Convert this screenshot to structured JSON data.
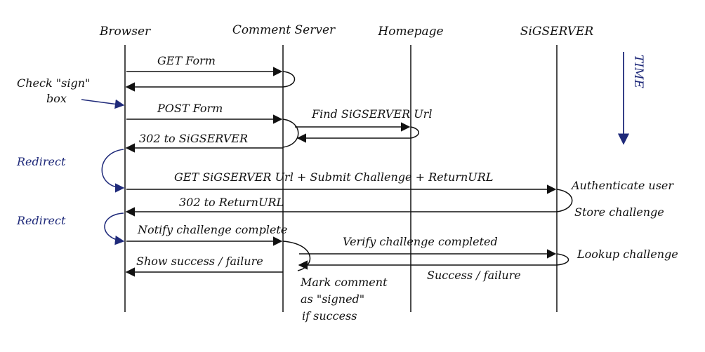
{
  "colors": {
    "ink": "#111111",
    "accent": "#1f2a7a"
  },
  "actors": [
    "Browser",
    "Comment Server",
    "Homepage",
    "SiGSERVER"
  ],
  "messages": {
    "get_form": "GET Form",
    "post_form": "POST Form",
    "find_url": "Find SiGSERVER Url",
    "redirect_302_sig": "302 to SiGSERVER",
    "get_sigserver": "GET SiGSERVER Url + Submit Challenge + ReturnURL",
    "redirect_302_return": "302 to ReturnURL",
    "notify": "Notify challenge complete",
    "verify": "Verify challenge completed",
    "show_result": "Show success / failure",
    "result": "Success / failure"
  },
  "notes": {
    "check_sign_1": "Check \"sign\"",
    "check_sign_2": "box",
    "redirect_1": "Redirect",
    "redirect_2": "Redirect",
    "authenticate": "Authenticate user",
    "store": "Store challenge",
    "lookup": "Lookup challenge",
    "mark_1": "Mark comment",
    "mark_2": "as \"signed\"",
    "mark_3": "if success",
    "time": "TIME"
  }
}
